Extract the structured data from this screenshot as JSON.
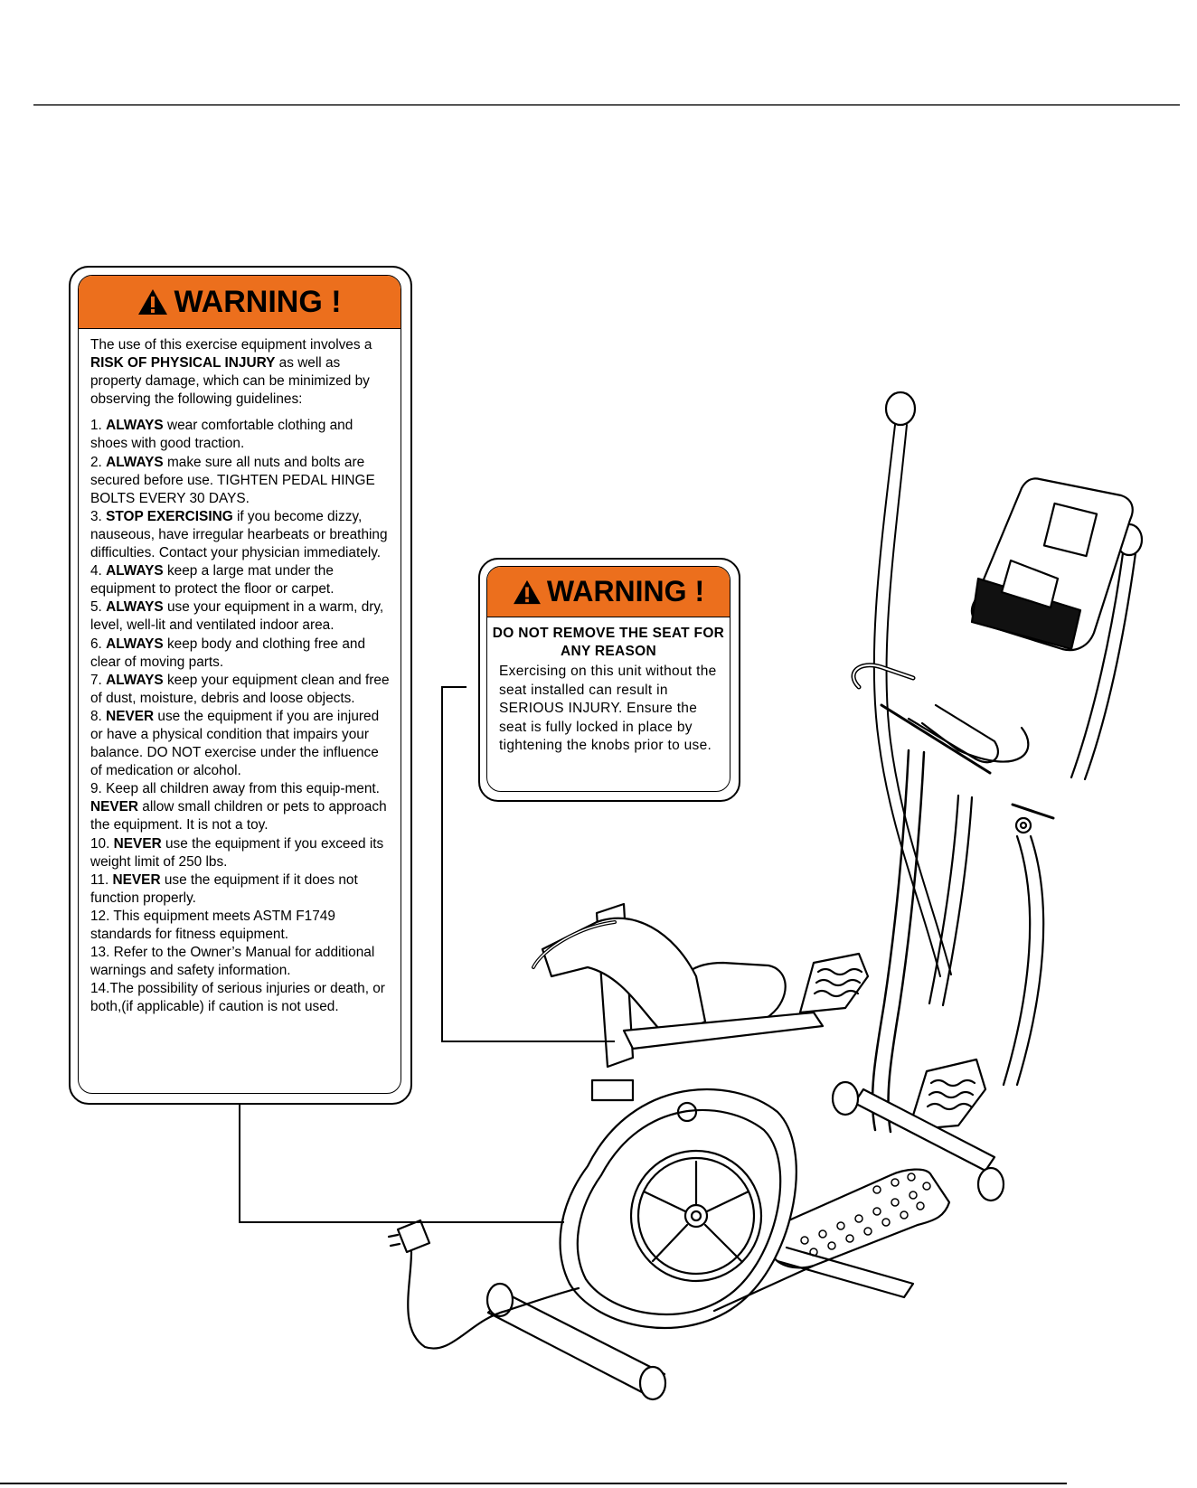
{
  "warning_label_main": {
    "heading": "WARNING !",
    "intro_parts": [
      "The use of this exercise equipment involves a ",
      "RISK OF PHYSICAL INJURY",
      "  as well as property damage, which can be minimized by observing the following guidelines:"
    ],
    "items": [
      {
        "num": "1. ",
        "strong": "ALWAYS",
        "text": " wear comfortable clothing and shoes with good traction."
      },
      {
        "num": "2. ",
        "strong": "ALWAYS",
        "text": " make sure all nuts and bolts are secured before use. TIGHTEN PEDAL HINGE BOLTS EVERY 30 DAYS."
      },
      {
        "num": "3. ",
        "strong": "STOP EXERCISING",
        "text": "  if you become dizzy, nauseous, have irregular hearbeats or breathing difficulties. Contact your physician immediately."
      },
      {
        "num": "4. ",
        "strong": "ALWAYS",
        "text": " keep a large mat under the equipment to protect the floor or carpet."
      },
      {
        "num": "5. ",
        "strong": "ALWAYS",
        "text": " use your equipment in a warm, dry, level, well-lit and ventilated indoor area."
      },
      {
        "num": "6. ",
        "strong": "ALWAYS",
        "text": " keep body and clothing free and clear of moving parts."
      },
      {
        "num": "7. ",
        "strong": "ALWAYS",
        "text": " keep your equipment clean and free of dust, moisture, debris and loose objects."
      },
      {
        "num": "8. ",
        "strong": "NEVER",
        "text": " use the equipment if you are injured or have a physical condition that impairs your balance. DO NOT exercise under the influence of medication or alcohol."
      },
      {
        "num": "9. Keep all children away from this equip-ment. ",
        "strong": "NEVER",
        "text": " allow small children or pets to approach the equipment. It is not a toy."
      },
      {
        "num": "10. ",
        "strong": "NEVER",
        "text": " use the equipment if you exceed its weight limit of 250 lbs."
      },
      {
        "num": "11. ",
        "strong": "NEVER",
        "text": " use the equipment if it does not function properly."
      },
      {
        "num": "12. This equipment meets ASTM F1749 standards for fitness equipment.",
        "strong": "",
        "text": ""
      },
      {
        "num": "13. Refer to the Owner’s Manual for additional warnings and safety information.",
        "strong": "",
        "text": ""
      },
      {
        "num": "14.The possibility of serious injuries or death, or both,(if applicable) if caution is not used.",
        "strong": "",
        "text": ""
      }
    ]
  },
  "warning_label_seat": {
    "heading": "WARNING !",
    "subheading": "DO NOT REMOVE THE SEAT FOR ANY REASON",
    "body": "Exercising on this unit without the seat installed can result in SERIOUS INJURY. Ensure the seat is fully locked in place by tightening the knobs prior to use."
  },
  "colors": {
    "warning_orange": "#ec6f1d",
    "line_art": "#000000"
  },
  "icons": [
    "warning-triangle-icon"
  ]
}
